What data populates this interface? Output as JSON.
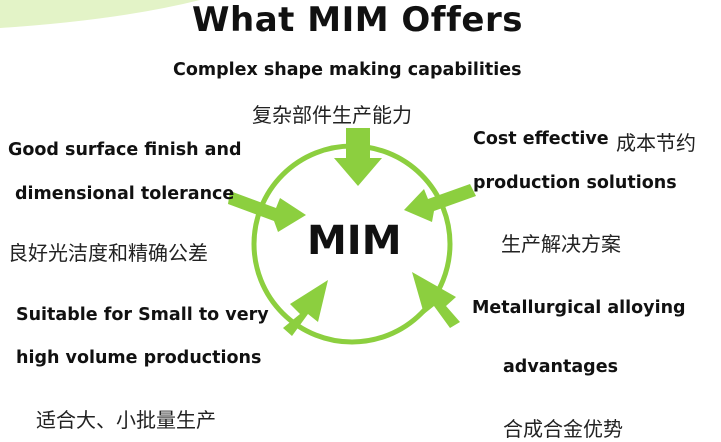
{
  "title": "What MIM Offers",
  "center": {
    "label": "MIM",
    "circle_color": "#8ccf3f"
  },
  "arrow_color": "#8ccf3f",
  "corner_accent_color": "#e3f3c7",
  "items": {
    "top": {
      "en": "Complex shape making capabilities",
      "zh": "复杂部件生产能力"
    },
    "left": {
      "en_line1": "Good surface finish and",
      "en_line2": "dimensional tolerance",
      "zh": "良好光洁度和精确公差"
    },
    "right": {
      "en_line1": "Cost effective",
      "zh_inline": "成本节约",
      "en_line2": "production solutions",
      "zh": "生产解决方案"
    },
    "bottom_left": {
      "en_line1": "Suitable for Small to very",
      "en_line2": "high volume productions",
      "zh": "适合大、小批量生产"
    },
    "bottom_right": {
      "en_line1": "Metallurgical   alloying",
      "en_line2": "advantages",
      "zh": "合成合金优势"
    }
  }
}
